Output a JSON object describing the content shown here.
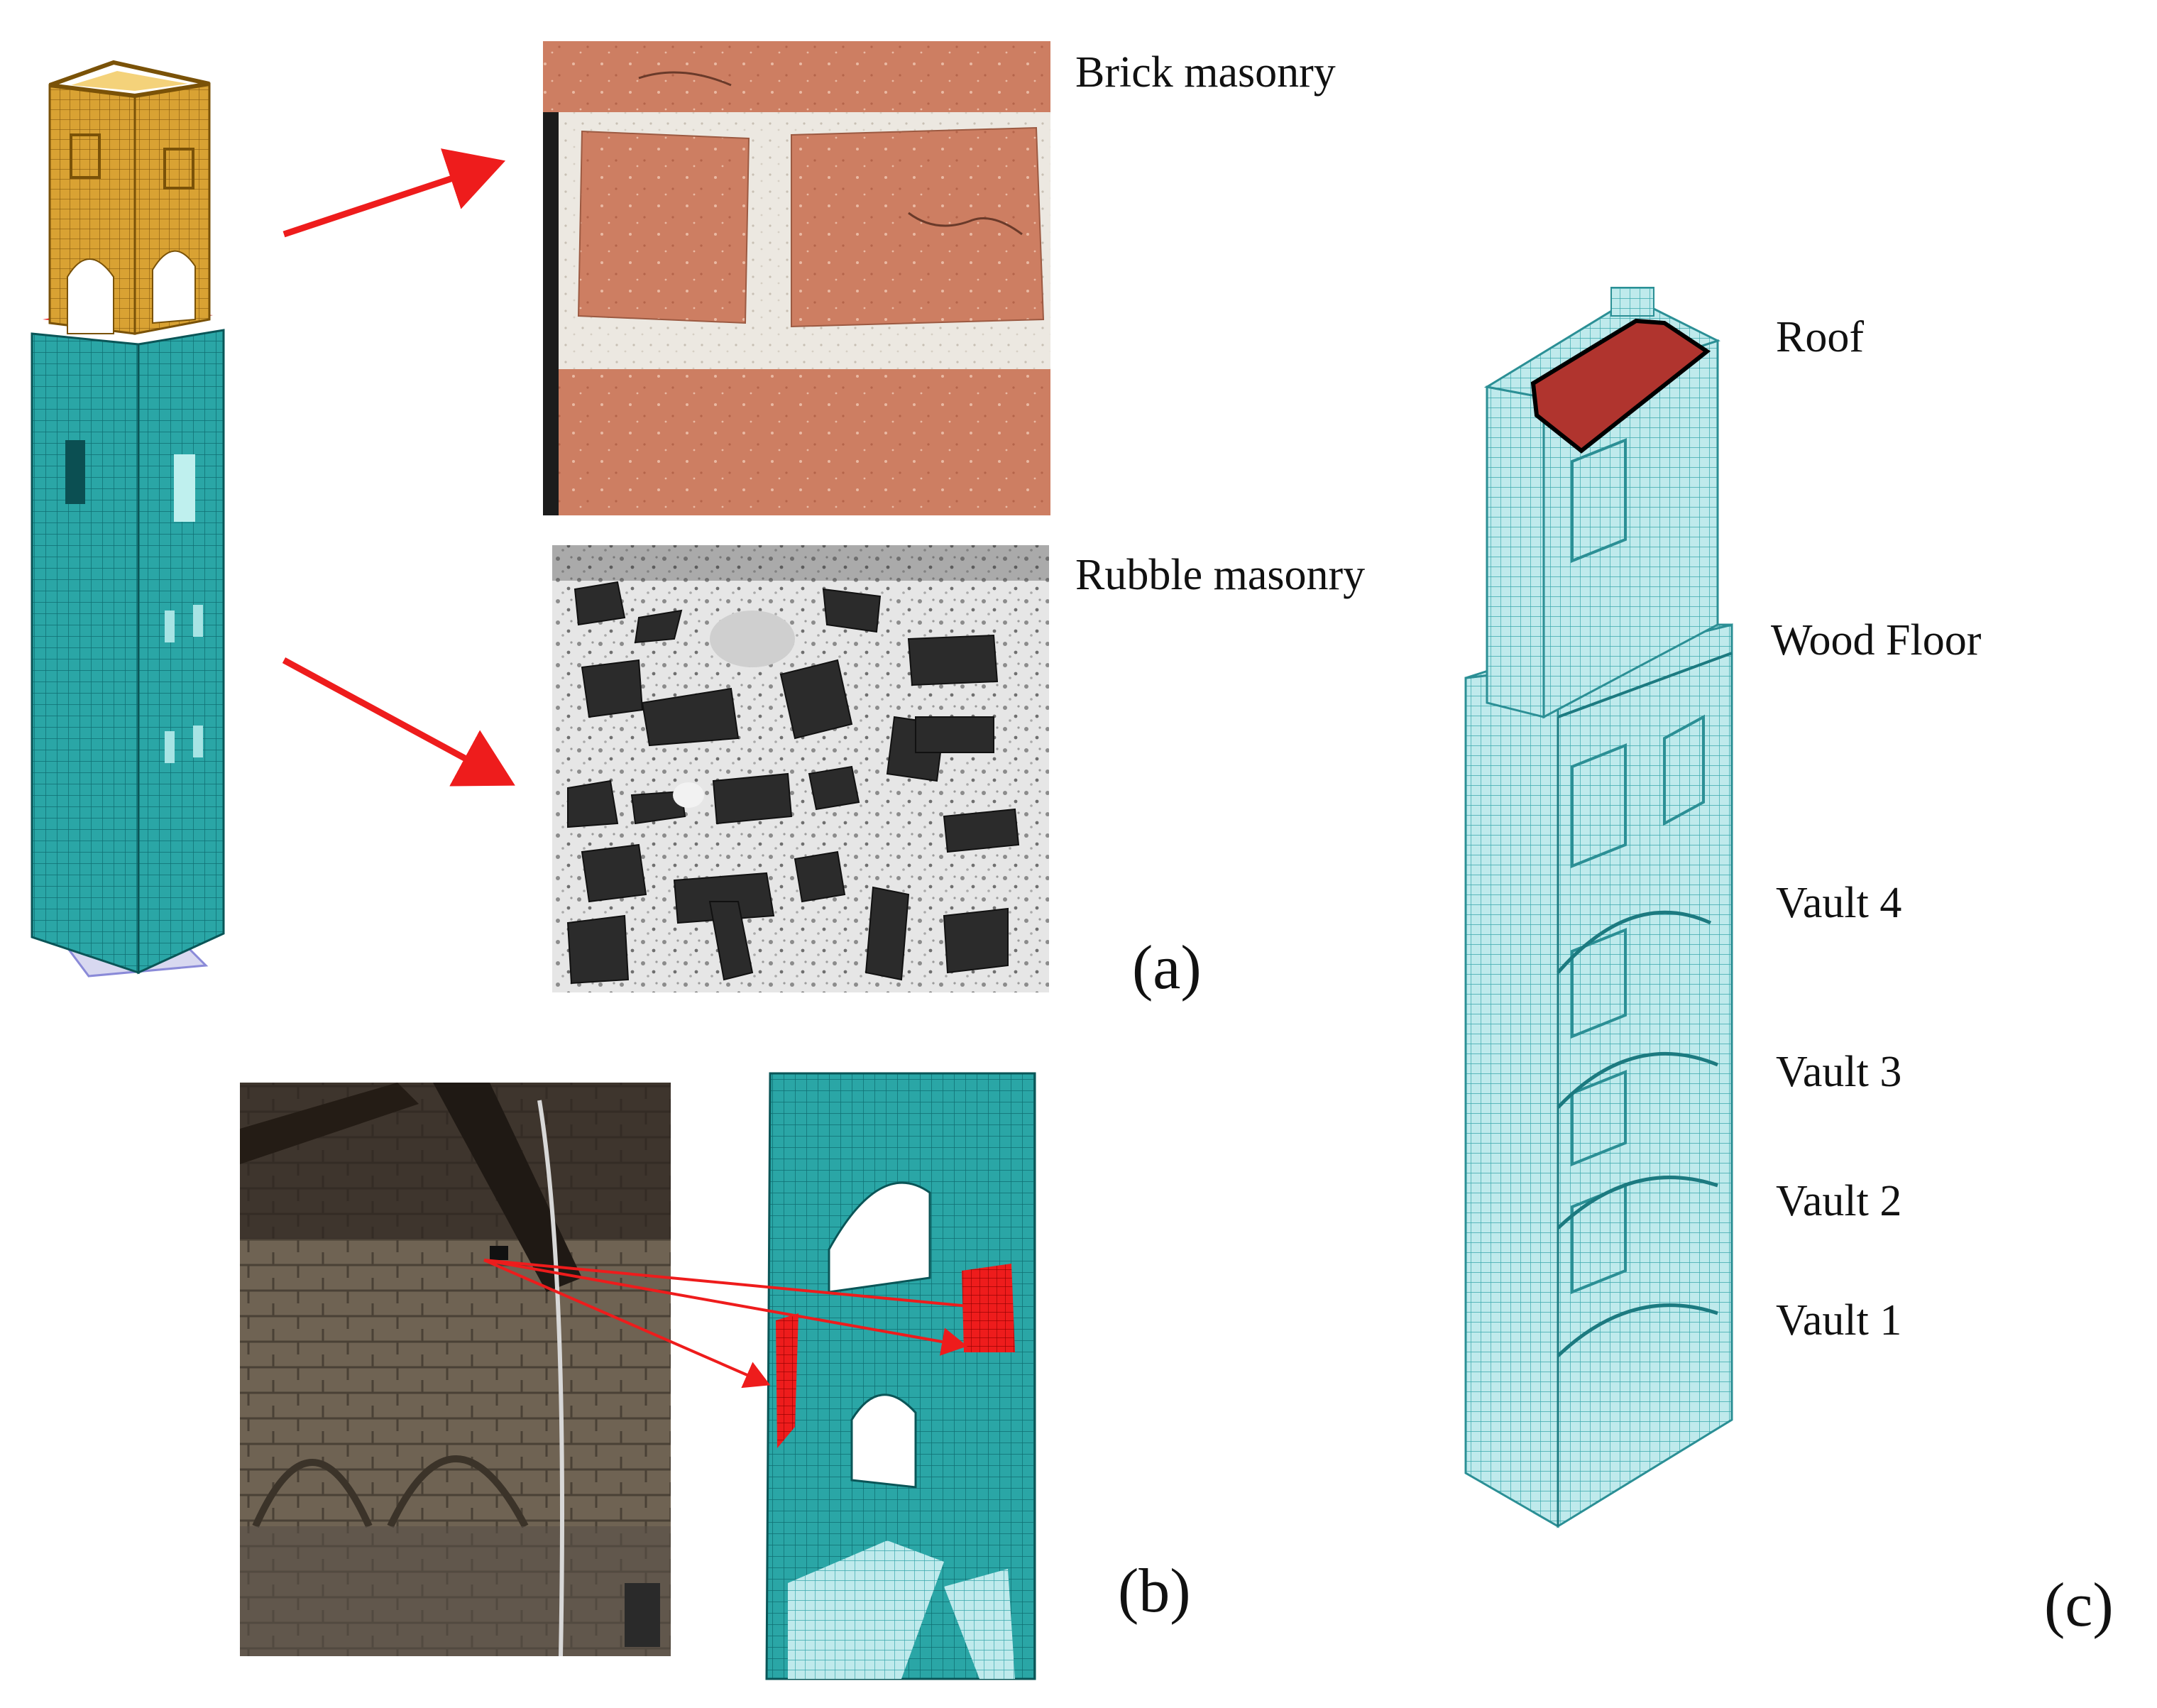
{
  "panel_a": {
    "label": "(a)",
    "materials": [
      "Brick masonry",
      "Rubble masonry"
    ]
  },
  "panel_b": {
    "label": "(b)"
  },
  "panel_c": {
    "label": "(c)",
    "components": [
      "Roof",
      "Wood Floor",
      "Vault 4",
      "Vault 3",
      "Vault 2",
      "Vault 1"
    ]
  },
  "colors": {
    "mesh_teal": "#2aa6a6",
    "mesh_light_teal": "#bfe9ec",
    "belfry_gold": "#d49a2a",
    "brick": "#c97a5e",
    "mortar": "#e8e4dc",
    "arrow_red": "#ee1c1c",
    "roof_red": "#b0342e"
  }
}
